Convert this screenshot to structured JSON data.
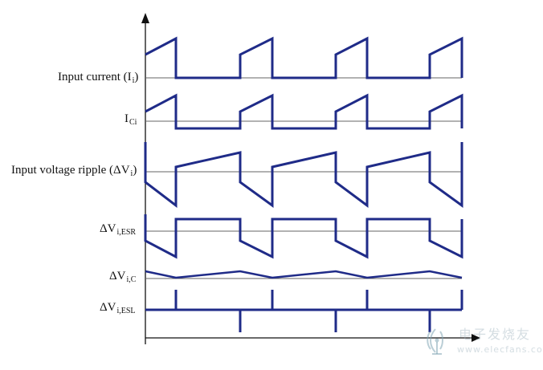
{
  "labels": {
    "input_current": "Input current (I",
    "input_current_sub": "i",
    "input_current_end": ")",
    "ici": "I",
    "ici_sub": "Ci",
    "input_voltage_ripple": "Input voltage ripple (ΔV",
    "input_voltage_ripple_sub": "i",
    "input_voltage_ripple_end": ")",
    "dvi_esr": "ΔV",
    "dvi_esr_sub": "i,ESR",
    "dvi_c": "ΔV",
    "dvi_c_sub": "i,C",
    "dvi_esl": "ΔV",
    "dvi_esl_sub": "i,ESL"
  },
  "colors": {
    "waveform": "#1f2b88",
    "baseline": "#666666",
    "axis": "#111111"
  },
  "watermark": {
    "main": "电子发烧友",
    "site": "www.elecfans.com",
    "logo_icon": "elecfans-logo-icon"
  }
}
